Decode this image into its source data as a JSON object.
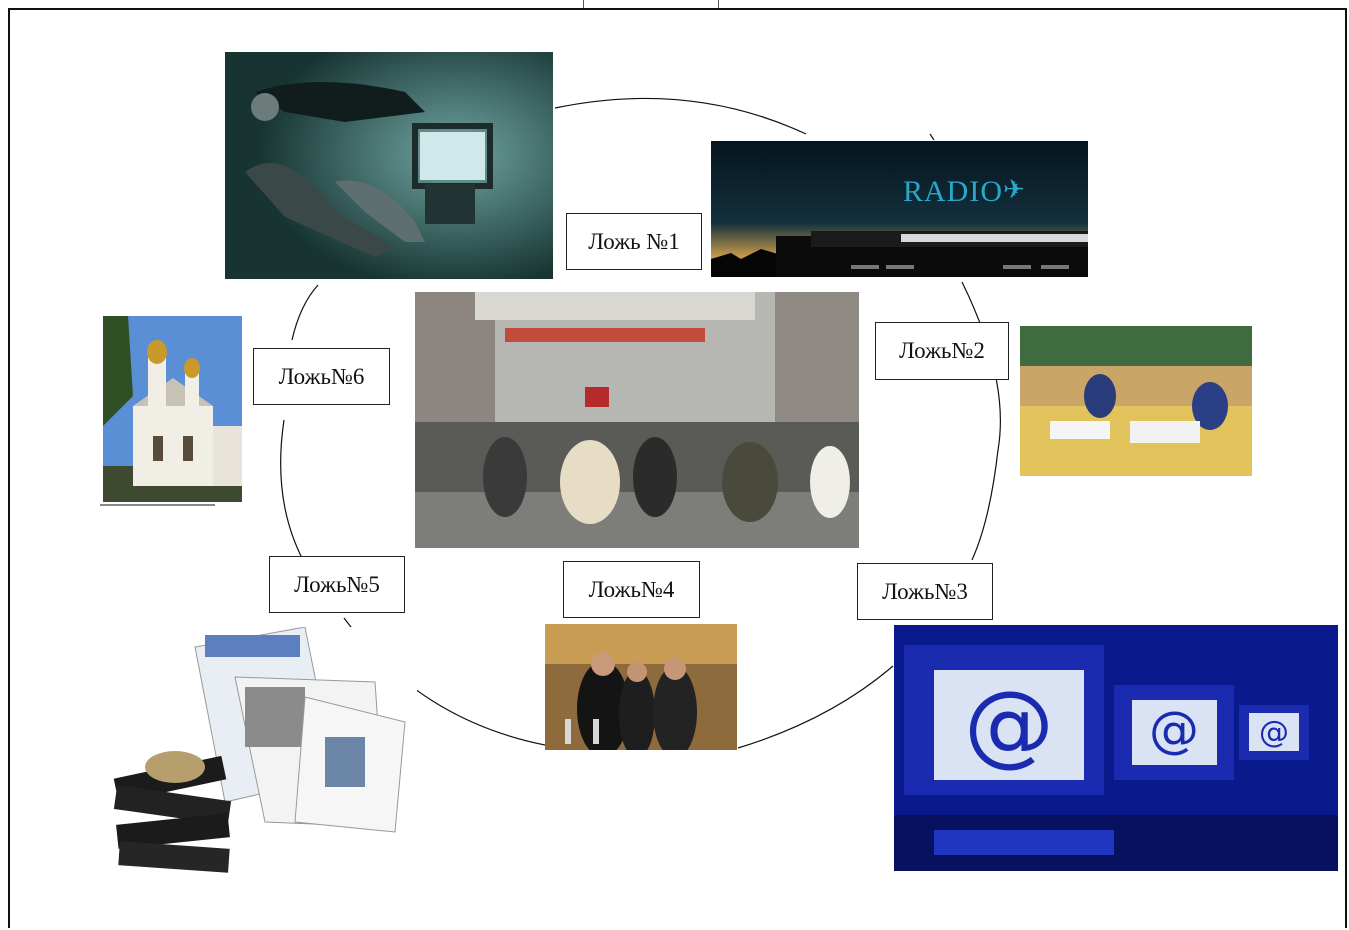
{
  "labels": {
    "lie1": "Ложь №1",
    "lie2": "Ложь№2",
    "lie3": "Ложь№3",
    "lie4": "Ложь№4",
    "lie5": "Ложь№5",
    "lie6": "Ложь№6"
  },
  "radio_logo_text": "RADIO",
  "colors": {
    "frame": "#111111",
    "tv_room": "#2f5a57",
    "radio_banner": "#0b1620",
    "radio_text": "#2aa7c9",
    "computer_blue": "#0a1a8c",
    "classroom": "#e2c25a"
  }
}
